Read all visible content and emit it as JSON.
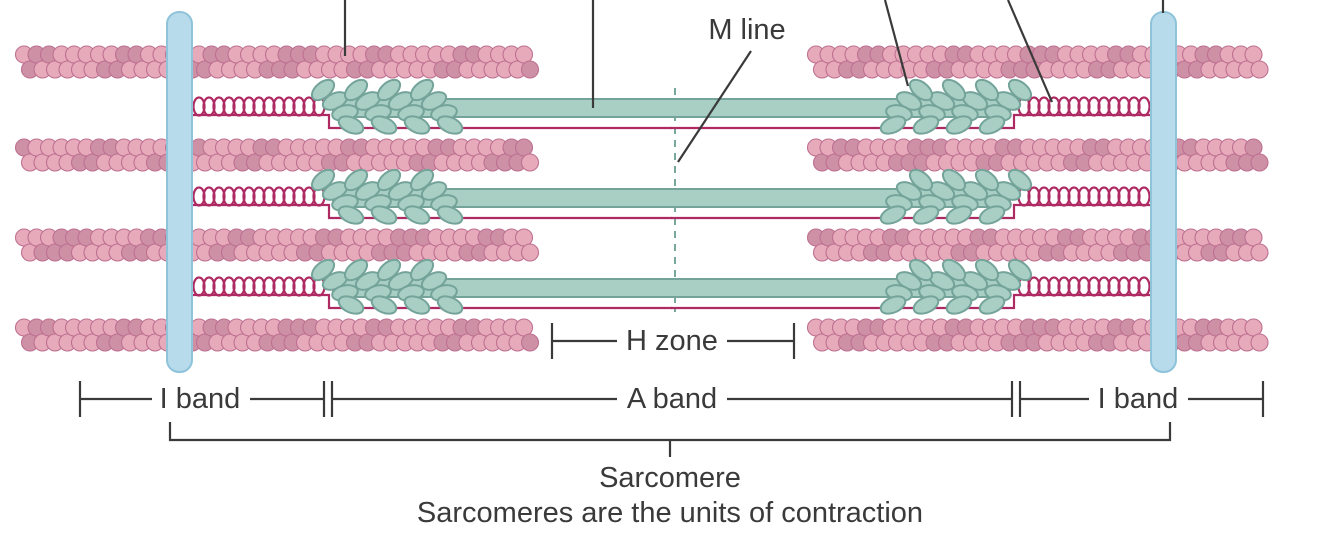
{
  "labels": {
    "m_line": "M line",
    "h_zone": "H zone",
    "a_band": "A band",
    "i_band_left": "I band",
    "i_band_right": "I band",
    "sarcomere": "Sarcomere",
    "caption": "Sarcomeres are the units of contraction"
  },
  "colors": {
    "actin_light": "#e7aabb",
    "actin_dark": "#cd90a5",
    "actin_outline": "#be7090",
    "titin": "#ae2a62",
    "myosin_fill": "#a9cfc5",
    "myosin_stroke": "#74a399",
    "z_disc_fill": "#b7dbea",
    "z_disc_stroke": "#8fc3da",
    "m_line_dash": "#78a89d",
    "annotation": "#3a3a3a"
  }
}
